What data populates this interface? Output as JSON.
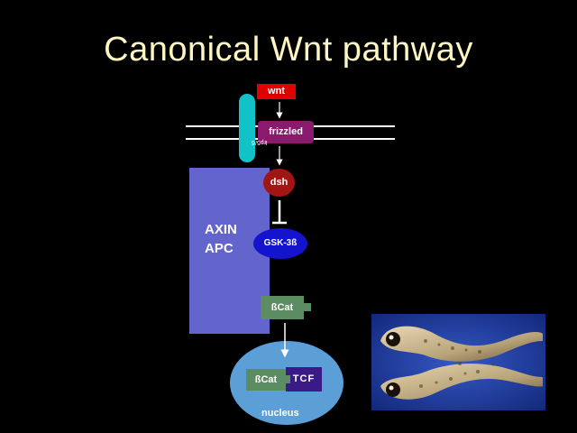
{
  "title": "Canonical Wnt pathway",
  "nodes": {
    "wnt": "wnt",
    "frizzled": "frizzled",
    "lrp": "lrp5/6",
    "axin": "AXIN",
    "apc": "APC",
    "dsh": "dsh",
    "gsk": "GSK-3ß",
    "bcat_cytoplasm": "ßCat",
    "bcat_nucleus": "ßCat",
    "tcf": "TCF",
    "nucleus": "nucleus"
  },
  "colors": {
    "title": "#fdf6c2",
    "wnt": "#e00000",
    "frizzled": "#8a1a6d",
    "lrp": "#11c3c9",
    "axin_apc": "#6464cd",
    "dsh": "#a31515",
    "gsk": "#1414cf",
    "bcat": "#5b8c62",
    "tcf": "#3a1a86",
    "nucleus": "#5b9fd6",
    "photo_background": "#2441a2"
  },
  "photo": {
    "subject": "double-axis embryo",
    "icon": "embryo-photo"
  }
}
